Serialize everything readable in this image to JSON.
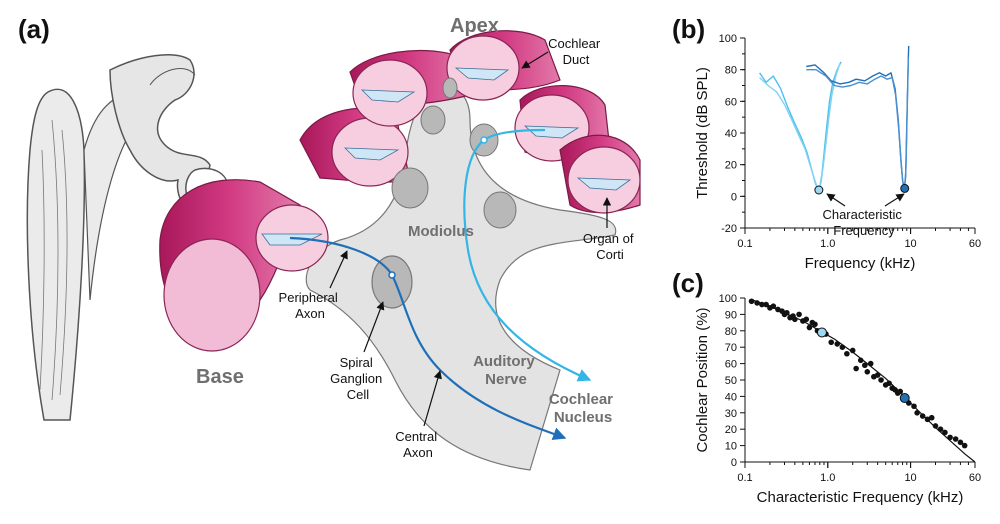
{
  "panels": {
    "a": "(a)",
    "b": "(b)",
    "c": "(c)"
  },
  "labels": {
    "apex": "Apex",
    "base": "Base",
    "cochlear_duct": [
      "Cochlear",
      "Duct"
    ],
    "modiolus": "Modiolus",
    "organ_of_corti": [
      "Organ of",
      "Corti"
    ],
    "peripheral_axon": [
      "Peripheral",
      "Axon"
    ],
    "spiral_ganglion_cell": [
      "Spiral",
      "Ganglion",
      "Cell"
    ],
    "central_axon": [
      "Central",
      "Axon"
    ],
    "auditory_nerve": [
      "Auditory",
      "Nerve"
    ],
    "cochlear_nucleus": [
      "Cochlear",
      "Nucleus"
    ],
    "characteristic_frequency": [
      "Characteristic",
      "Frequency"
    ]
  },
  "colors": {
    "pink_dark": "#c8206e",
    "pink_light": "#f3bcd6",
    "gray_fill": "#e3e3e3",
    "ganglion_gray": "#b0b0b0",
    "light_blue": "#33b5e6",
    "dark_blue": "#1f6fb8",
    "duct_blue": "#cfe6f6"
  },
  "chart_data": [
    {
      "type": "line",
      "xscale": "log",
      "xlabel": "Frequency (kHz)",
      "ylabel": "Threshold (dB SPL)",
      "xlim": [
        0.1,
        60
      ],
      "ylim": [
        -20,
        100
      ],
      "xticks": [
        0.1,
        1.0,
        10,
        60
      ],
      "xtick_labels": [
        "0.1",
        "1.0",
        "10",
        "60"
      ],
      "yticks": [
        -20,
        0,
        20,
        40,
        60,
        80,
        100
      ],
      "series": [
        {
          "color": "#4fc0ec",
          "x": [
            0.15,
            0.18,
            0.22,
            0.27,
            0.33,
            0.4,
            0.48,
            0.56,
            0.63,
            0.7,
            0.76,
            0.8,
            0.85,
            0.9,
            0.97,
            1.05,
            1.15,
            1.3,
            1.45
          ],
          "y": [
            78,
            72,
            76,
            68,
            56,
            46,
            37,
            28,
            18,
            9,
            4,
            6,
            14,
            27,
            44,
            60,
            72,
            80,
            85
          ]
        },
        {
          "color": "#7fd3f3",
          "x": [
            0.15,
            0.19,
            0.24,
            0.3,
            0.37,
            0.45,
            0.53,
            0.6,
            0.67,
            0.73,
            0.78,
            0.83,
            0.88,
            0.95,
            1.03,
            1.12,
            1.25,
            1.4
          ],
          "y": [
            75,
            70,
            66,
            58,
            48,
            38,
            30,
            21,
            13,
            7,
            5,
            9,
            19,
            33,
            50,
            64,
            76,
            84
          ]
        },
        {
          "color": "#2171b8",
          "x": [
            0.55,
            0.7,
            0.9,
            1.1,
            1.4,
            1.8,
            2.2,
            2.8,
            3.5,
            4.2,
            5.0,
            5.8,
            6.5,
            7.1,
            7.6,
            8.0,
            8.4,
            8.7,
            9.0,
            9.3,
            9.5
          ],
          "y": [
            82,
            83,
            78,
            73,
            71,
            72,
            74,
            73,
            76,
            78,
            76,
            78,
            68,
            48,
            25,
            10,
            5,
            12,
            45,
            80,
            95
          ]
        },
        {
          "color": "#4a8fd0",
          "x": [
            0.55,
            0.72,
            0.95,
            1.2,
            1.5,
            1.9,
            2.4,
            3.0,
            3.7,
            4.4,
            5.2,
            6.0,
            6.6,
            7.2,
            7.7,
            8.1,
            8.5,
            8.8,
            9.1,
            9.4
          ],
          "y": [
            80,
            80,
            76,
            70,
            69,
            70,
            72,
            71,
            74,
            76,
            74,
            75,
            64,
            42,
            20,
            8,
            6,
            18,
            55,
            88
          ]
        }
      ],
      "characteristic_points": [
        {
          "x": 0.78,
          "y": 4,
          "color": "#9fd8f4"
        },
        {
          "x": 8.5,
          "y": 5,
          "color": "#2171b8"
        }
      ]
    },
    {
      "type": "scatter",
      "xscale": "log",
      "xlabel": "Characteristic Frequency (kHz)",
      "ylabel": "Cochlear Position (%)",
      "xlim": [
        0.1,
        60
      ],
      "ylim": [
        0,
        100
      ],
      "xticks": [
        0.1,
        1.0,
        10,
        60
      ],
      "xtick_labels": [
        "0.1",
        "1.0",
        "10",
        "60"
      ],
      "yticks": [
        0,
        10,
        20,
        30,
        40,
        50,
        60,
        70,
        80,
        90,
        100
      ],
      "fit_line": {
        "x": [
          0.12,
          0.2,
          0.3,
          0.5,
          0.8,
          1.2,
          2,
          3,
          5,
          8,
          12,
          20,
          30,
          45,
          60
        ],
        "y": [
          99,
          95,
          91,
          86,
          80,
          75,
          67,
          60,
          51,
          41,
          32,
          21,
          13,
          5,
          0
        ]
      },
      "points": {
        "x": [
          0.12,
          0.14,
          0.16,
          0.18,
          0.2,
          0.22,
          0.25,
          0.28,
          0.3,
          0.32,
          0.35,
          0.38,
          0.4,
          0.45,
          0.5,
          0.55,
          0.6,
          0.65,
          0.7,
          0.75,
          0.85,
          0.95,
          1.1,
          1.3,
          1.5,
          1.7,
          2.0,
          2.2,
          2.5,
          2.8,
          3.0,
          3.3,
          3.6,
          4.0,
          4.4,
          5.0,
          5.5,
          6.0,
          6.5,
          7.0,
          7.5,
          9.5,
          11,
          12,
          14,
          16,
          18,
          20,
          23,
          26,
          30,
          35,
          40,
          45
        ],
        "y": [
          98,
          97,
          96,
          96,
          94,
          95,
          93,
          92,
          90,
          91,
          88,
          89,
          87,
          90,
          86,
          87,
          82,
          85,
          84,
          80,
          80,
          78,
          73,
          72,
          70,
          66,
          68,
          57,
          62,
          59,
          55,
          60,
          52,
          53,
          50,
          47,
          48,
          45,
          44,
          42,
          43,
          36,
          34,
          30,
          28,
          26,
          27,
          22,
          20,
          18,
          15,
          14,
          12,
          10
        ]
      },
      "highlight_points": [
        {
          "x": 0.85,
          "y": 79,
          "color": "#9fd8f4"
        },
        {
          "x": 8.5,
          "y": 39,
          "color": "#2171b8"
        }
      ]
    }
  ]
}
